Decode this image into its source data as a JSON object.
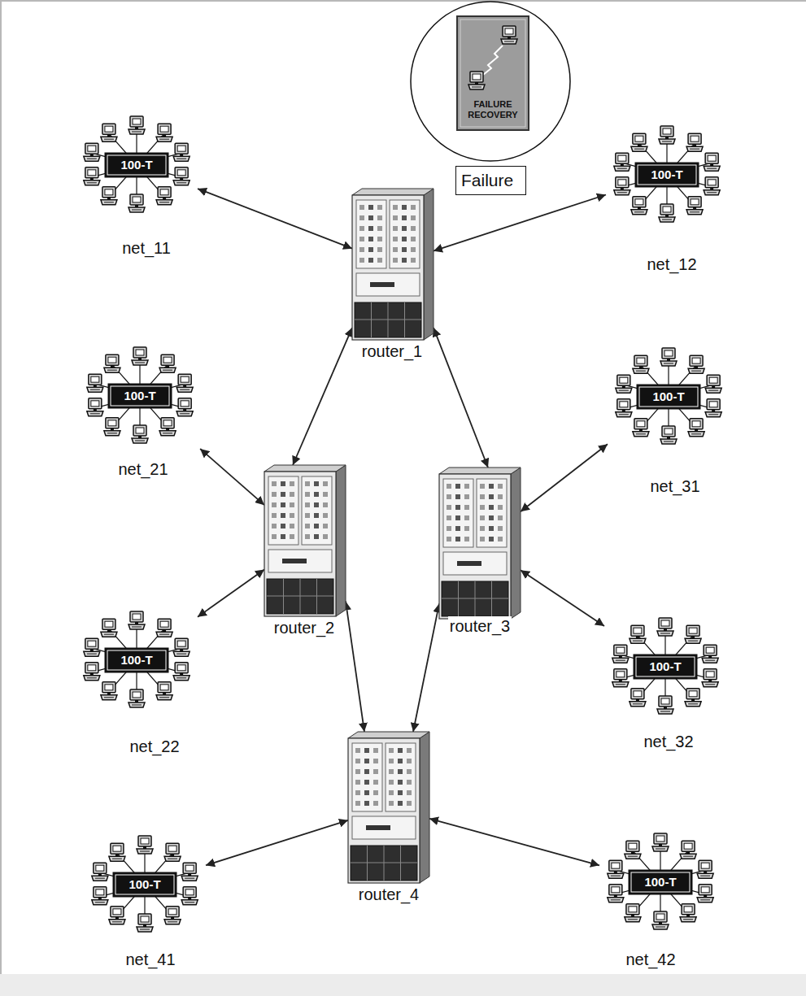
{
  "diagram": {
    "nodes": [
      {
        "text": [
          "FAILURE RECOVERY",
          "Failure"
        ]
      },
      {
        "text": [
          "100-T",
          "net_11"
        ]
      },
      {
        "text": [
          "100-T",
          "net_12"
        ]
      },
      {
        "text": [
          "router_1"
        ]
      },
      {
        "text": [
          "100-T",
          "net_21"
        ]
      },
      {
        "text": [
          "100-T",
          "net_31"
        ]
      },
      {
        "text": [
          "router_2"
        ]
      },
      {
        "text": [
          "router_3"
        ]
      },
      {
        "text": [
          "100-T",
          "net_22"
        ]
      },
      {
        "text": [
          "100-T",
          "net_32"
        ]
      },
      {
        "text": [
          "router_4"
        ]
      },
      {
        "text": [
          "100-T",
          "net_41"
        ]
      },
      {
        "text": [
          "100-T",
          "net_42"
        ]
      }
    ],
    "edges": [
      {
        "from": 1,
        "to": 3,
        "arrow": "both"
      },
      {
        "from": 2,
        "to": 3,
        "arrow": "both"
      },
      {
        "from": 3,
        "to": 6,
        "arrow": "both"
      },
      {
        "from": 3,
        "to": 7,
        "arrow": "both"
      },
      {
        "from": 4,
        "to": 6,
        "arrow": "both"
      },
      {
        "from": 8,
        "to": 6,
        "arrow": "both"
      },
      {
        "from": 5,
        "to": 7,
        "arrow": "both"
      },
      {
        "from": 9,
        "to": 7,
        "arrow": "both"
      },
      {
        "from": 6,
        "to": 10,
        "arrow": "both"
      },
      {
        "from": 7,
        "to": 10,
        "arrow": "both"
      },
      {
        "from": 11,
        "to": 10,
        "arrow": "both"
      },
      {
        "from": 12,
        "to": 10,
        "arrow": "both"
      }
    ]
  }
}
